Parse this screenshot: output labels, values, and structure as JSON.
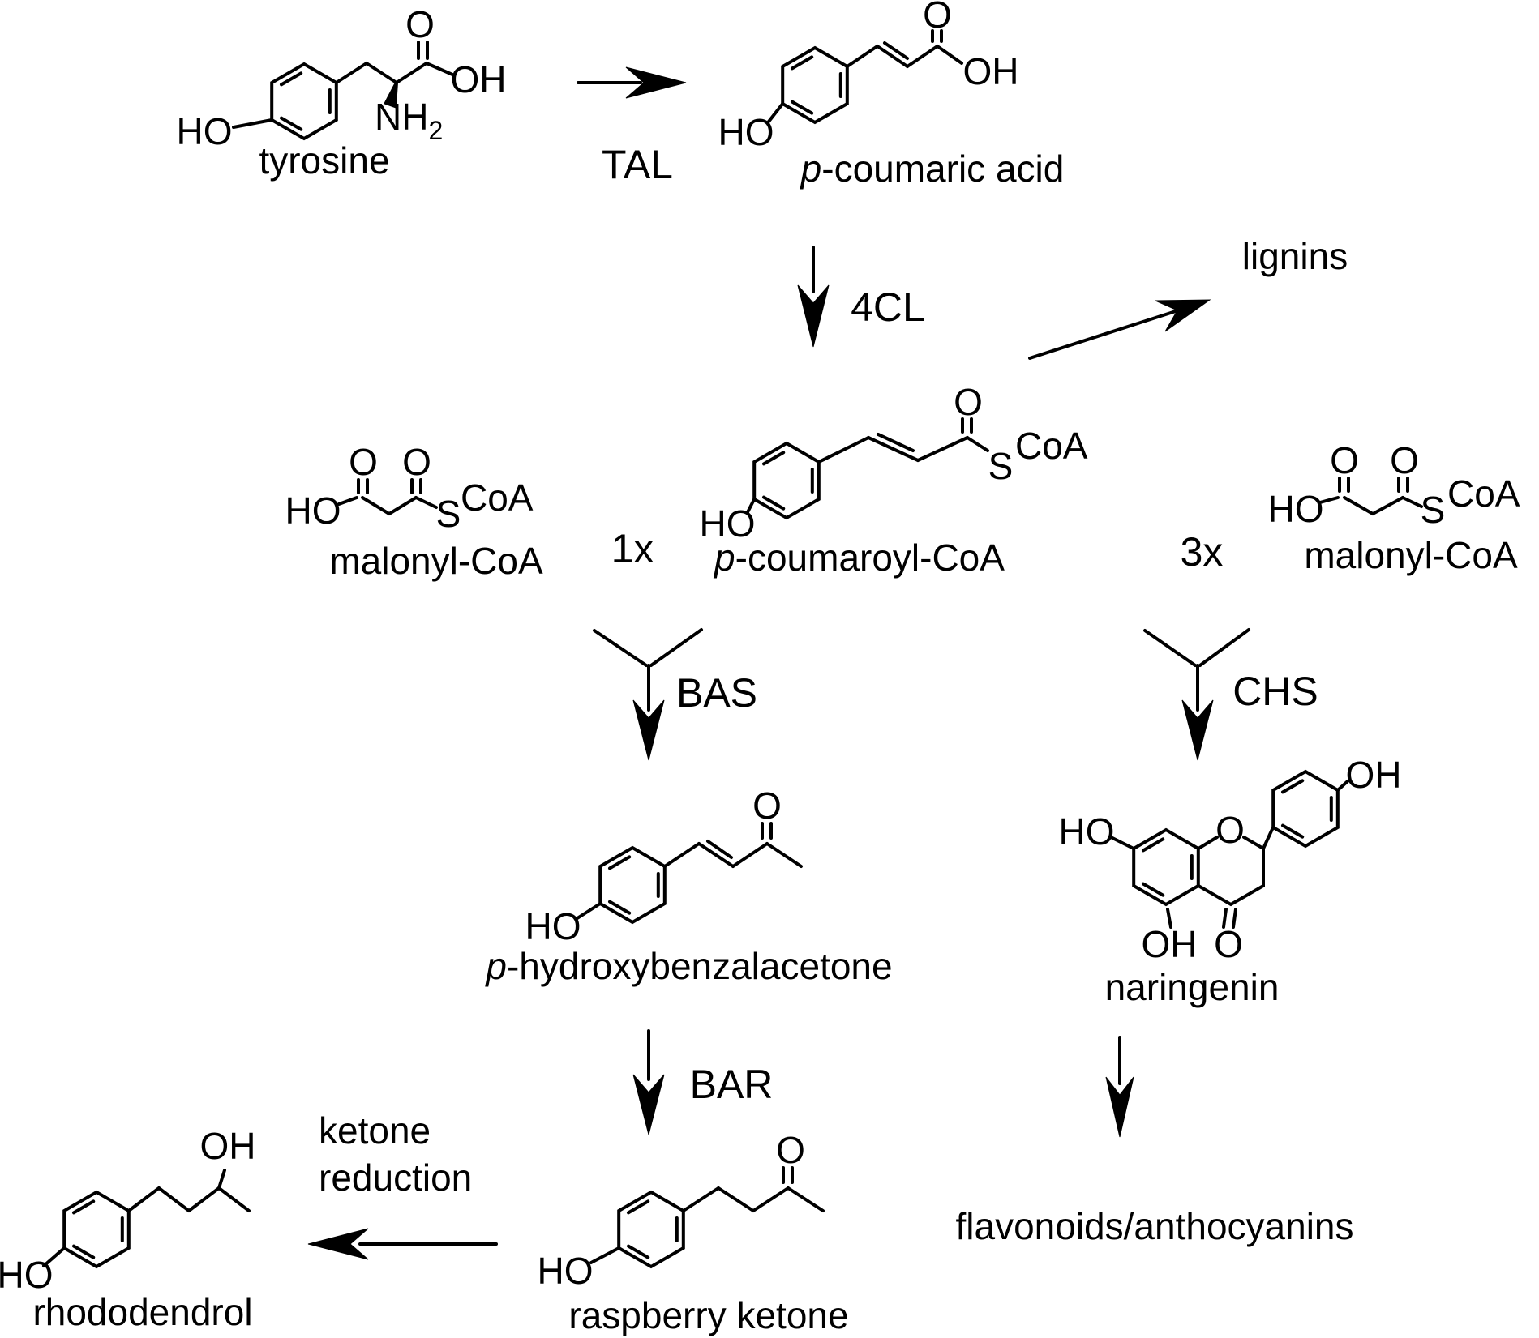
{
  "atoms": {
    "ho": "HO",
    "oh": "OH",
    "o": "O",
    "s": "S",
    "coa": "CoA",
    "nh": "NH",
    "nh_sub": "2"
  },
  "compounds": {
    "tyrosine": {
      "label": "tyrosine"
    },
    "p_coumaric_acid": {
      "prefix": "p",
      "label": "-coumaric acid"
    },
    "malonyl_coa_left": {
      "label": "malonyl-CoA"
    },
    "p_coumaroyl_coa": {
      "prefix": "p",
      "label": "-coumaroyl-CoA"
    },
    "malonyl_coa_right": {
      "label": "malonyl-CoA"
    },
    "p_hydroxybenzalacetone": {
      "prefix": "p",
      "label": "-hydroxybenzalacetone"
    },
    "naringenin": {
      "label": "naringenin"
    },
    "rhododendrol": {
      "label": "rhododendrol"
    },
    "raspberry_ketone": {
      "label": "raspberry ketone"
    }
  },
  "enzymes": {
    "tal": "TAL",
    "four_cl": "4CL",
    "bas": "BAS",
    "chs": "CHS",
    "bar": "BAR"
  },
  "steps": {
    "ketone_reduction_line1": "ketone",
    "ketone_reduction_line2": "reduction"
  },
  "products": {
    "lignins": "lignins",
    "flavonoids": "flavonoids/anthocyanins"
  },
  "stoichiometry": {
    "bas": "1x",
    "chs": "3x"
  },
  "colors": {
    "ink": "#000000",
    "background": "#ffffff"
  }
}
